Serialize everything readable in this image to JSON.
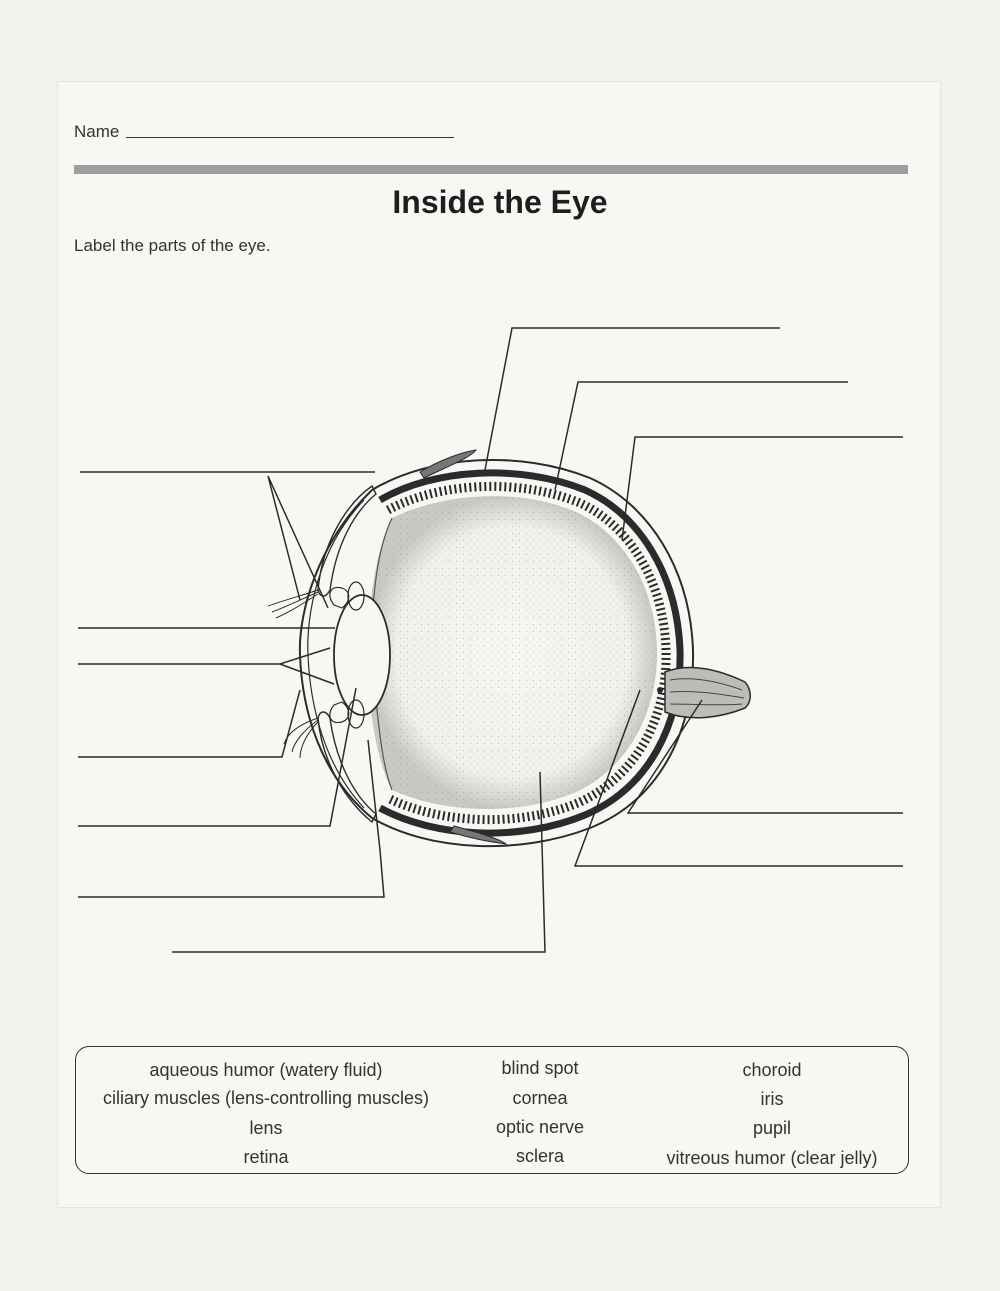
{
  "header": {
    "name_label": "Name",
    "title": "Inside the Eye",
    "instructions": "Label the parts of the eye."
  },
  "word_bank": {
    "col1": [
      "aqueous humor (watery fluid)",
      "ciliary muscles (lens-controlling muscles)",
      "lens",
      "retina"
    ],
    "col2": [
      "blind spot",
      "cornea",
      "optic nerve",
      "sclera"
    ],
    "col3": [
      "choroid",
      "iris",
      "pupil",
      "vitreous humor (clear jelly)"
    ]
  },
  "colors": {
    "ink": "#2b2b2b",
    "rule": "#9d9d9d",
    "paper": "#f8f7f4"
  }
}
